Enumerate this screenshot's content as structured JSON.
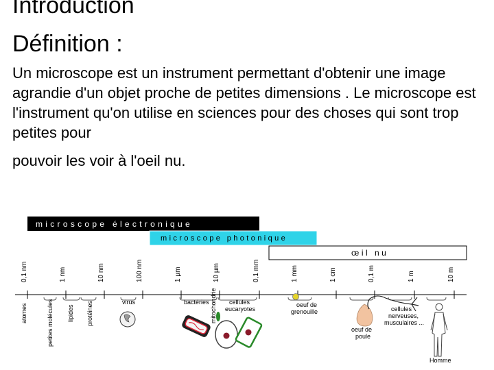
{
  "slide": {
    "title_line1": "Introduction",
    "title_line2": "Définition :",
    "paragraph1": "Un microscope est un instrument permettant d'obtenir une image agrandie d'un objet proche de petites dimensions . Le microscope est l'instrument qu'on utilise en sciences pour des choses qui sont trop petites pour",
    "paragraph2": "pouvoir les voir à l'oeil nu."
  },
  "figure": {
    "bars": {
      "electronic": "microscope électronique",
      "photonic": "microscope photonique",
      "eye": "œil nu"
    },
    "scale_ticks": [
      "0,1 nm",
      "1 nm",
      "10 nm",
      "100 nm",
      "1 µm",
      "10 µm",
      "0,1 mm",
      "1 mm",
      "1 cm",
      "0,1 m",
      "1 m",
      "10 m"
    ],
    "objects": {
      "atoms": "atomes",
      "small_molecules": "petites molécules",
      "lipids": "lipides",
      "proteins": "protéines",
      "virus": "virus",
      "bacteria": "bactéries",
      "mitochondria": "mitochondrie",
      "eukaryotic_cells_line1": "cellules",
      "eukaryotic_cells_line2": "eucaryotes",
      "frog_egg_line1": "oeuf de",
      "frog_egg_line2": "grenouille",
      "hen_egg_line1": "oeuf de",
      "hen_egg_line2": "poule",
      "neurons_line1": "cellules",
      "neurons_line2": "nerveuses,",
      "neurons_line3": "musculaires ...",
      "man": "Homme"
    },
    "colors": {
      "electronic_bar_fill": "#000000",
      "photonic_bar_fill": "#2fd3e8",
      "eye_bar_fill": "#ffffff",
      "bacterium_membrane": "#e0273a",
      "cell_green": "#2a8a2a",
      "nucleus": "#8a1a2a",
      "frog_egg": "#e5d42a",
      "hen_egg": "#f2c3a0"
    }
  }
}
